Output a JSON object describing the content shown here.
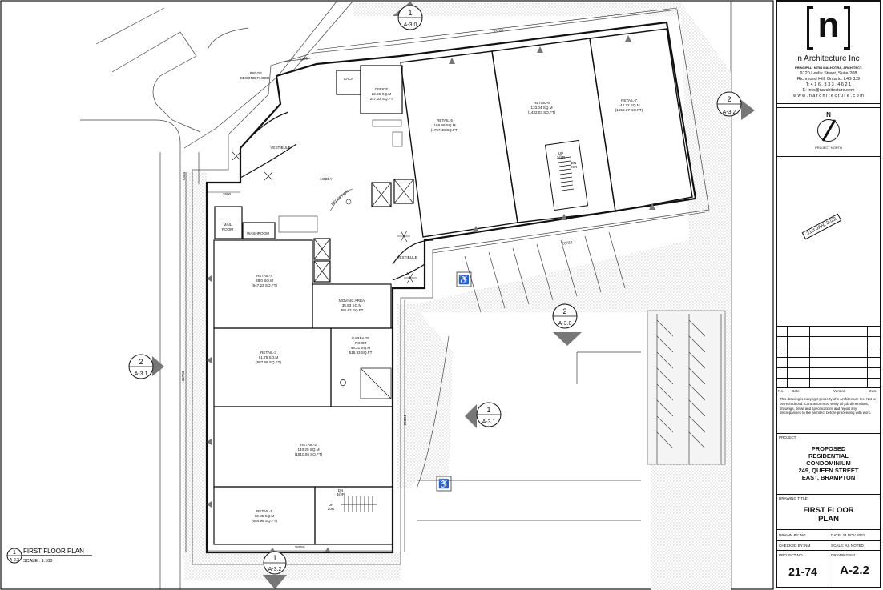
{
  "plan": {
    "title": "FIRST FLOOR PLAN",
    "scale": "SCALE : 1:100",
    "title_ref": {
      "num": "1",
      "sheet": "A-2.2"
    },
    "rooms": {
      "retail5": {
        "name": "RETAIL-5",
        "area": "166.99 SQ.M",
        "sqft": "(1797.48 SQ.FT)"
      },
      "retail6": {
        "name": "RETAIL-6",
        "area": "133.04 SQ.M",
        "sqft": "(1432.03 SQ.FT)"
      },
      "retail7": {
        "name": "RETAIL-7",
        "area": "144.22 SQ.M",
        "sqft": "(1552.37 SQ.FT)"
      },
      "retail4": {
        "name": "RETAIL-4",
        "area": "88.0 SQ.M",
        "sqft": "(947.22 SQ.FT)"
      },
      "retail3": {
        "name": "RETAIL-3",
        "area": "91.75 SQ.M",
        "sqft": "(987.59 SQ.FT)"
      },
      "retail2": {
        "name": "RETAIL-2",
        "area": "140.29 SQ.M",
        "sqft": "(1510.06 SQ.FT)"
      },
      "retail1": {
        "name": "RETAIL-1",
        "area": "60.85 SQ.M",
        "sqft": "(654.96 SQ.FT)"
      },
      "office": {
        "name": "OFFICE",
        "area": "22.95 SQ.M",
        "sqft": "247.03 SQ.FT"
      },
      "moving": {
        "name": "MOVING AREA",
        "area": "35.83 SQ.M",
        "sqft": "385.67 SQ.FT"
      },
      "garbage": {
        "name1": "GARBAGE",
        "name2": "ROOM",
        "area": "48.21 SQ.M",
        "sqft": "518.93 SQ.FT"
      },
      "cacf": "CACF",
      "lobby": "LOBBY",
      "reception": "RECEPTION",
      "mail1": "MAIL",
      "mail2": "ROOM",
      "washroom": "WASHROOM",
      "vestibule_top": "VESTIBULE",
      "vestibule_bot": "VESTIBULE",
      "line_second_floor_1": "LINE OF",
      "line_second_floor_2": "SECOND FLOOR"
    },
    "stairs": {
      "up": "UP",
      "up_risers": "3@R",
      "dn": "DN",
      "dn_risers": "20R",
      "up2": "UP",
      "up2_risers": "20R",
      "dn2": "DN",
      "dn2_risers": "3@R"
    },
    "dimensions": {
      "top": "33780",
      "top_short": "5348",
      "bottom": "18050",
      "left": "33780",
      "right_mid": "28722",
      "vertical_mid": "25884",
      "left_small": "5383",
      "lobby_small": "2800"
    },
    "section_markers": [
      {
        "num": "1",
        "sheet": "A-3.0"
      },
      {
        "num": "2",
        "sheet": "A-3.2"
      },
      {
        "num": "2",
        "sheet": "A-3.0"
      },
      {
        "num": "2",
        "sheet": "A-3.1"
      },
      {
        "num": "1",
        "sheet": "A-3.1"
      },
      {
        "num": "1",
        "sheet": "A-3.2"
      }
    ]
  },
  "title_block": {
    "logo_letter": "n",
    "firm_name": "n Architecture Inc",
    "principal": "PRINCIPAL: NITIN MALHOTRA, ARCHITECT.",
    "address1": "9120 Leslie Street, Suite-208",
    "address2": "Richmond Hill, Ontario. L4B 3J9",
    "phone": "T: 4 1 6 . 3 3 3 . 4 6 2 1",
    "email": "E: info@narchitecture.com",
    "web": "w w w . n a r c h i t e c t u r e . c o m",
    "north_label": "N",
    "project_north": "PROJECT NORTH",
    "stamp_date": "31st JAN. 2022",
    "rev_headers": [
      "No.",
      "Date",
      "Version",
      "Dwn."
    ],
    "disclaimer": "This drawing is copyright property of n Architecture Inc. Not to be reproduced. Contractor must verify all job dimensions, drawings, detail and specifications and report any discrepancies to the architect before proceeding with work.",
    "project_label": "PROJECT:",
    "project_lines": [
      "PROPOSED",
      "RESIDENTIAL",
      "CONDOMINIUM",
      "249, QUEEN STREET",
      "EAST, BRAMPTON"
    ],
    "drawing_title_label": "DRAWING TITLE:",
    "drawing_title_lines": [
      "FIRST FLOOR",
      "PLAN"
    ],
    "drawn_by": "DRAWN BY:   NG",
    "date": "DATE:  24 NOV 2021",
    "checked_by": "CHECKED BY:   NM",
    "scale": "SCALE:  AS NOTED",
    "project_no_label": "PROJECT NO.:",
    "drawing_no_label": "DRAWING NO.:",
    "project_no": "21-74",
    "drawing_no": "A-2.2"
  }
}
